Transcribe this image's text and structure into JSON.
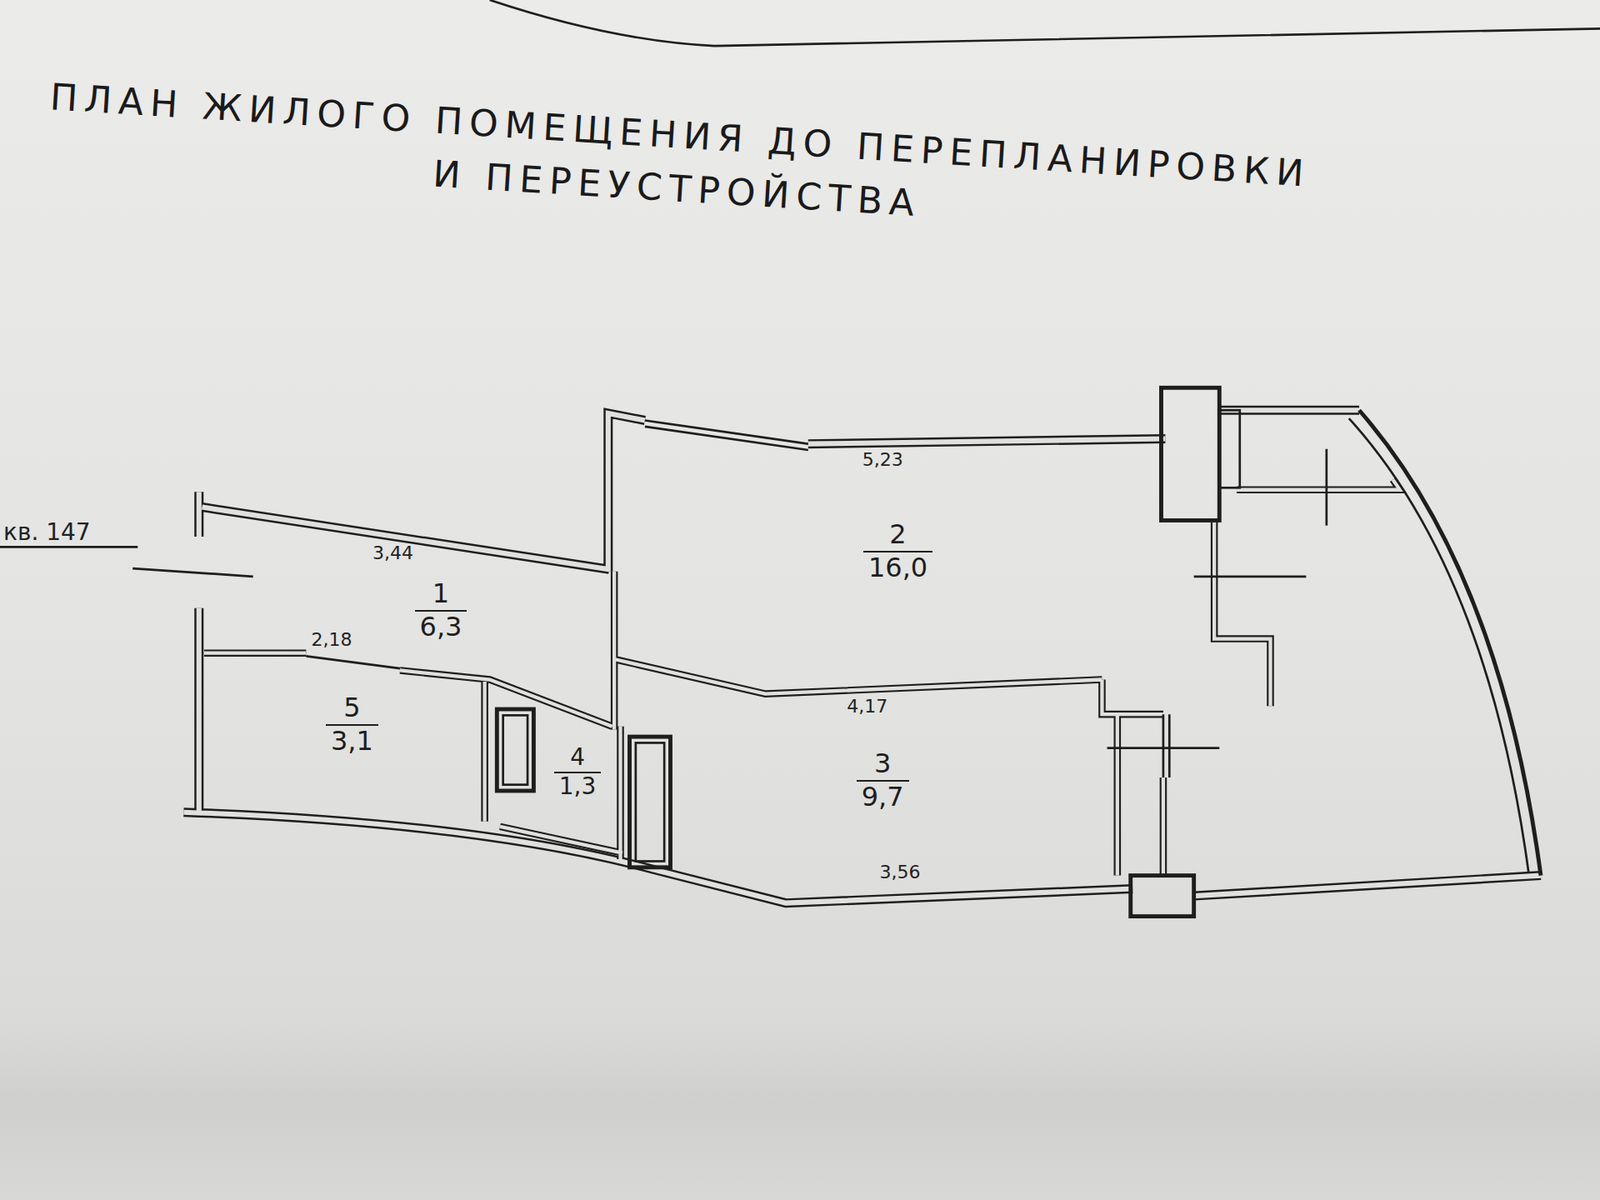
{
  "diagram": {
    "title": "ПЛАН ЖИЛОГО ПОМЕЩЕНИЯ ДО ПЕРЕПЛАНИРОВКИ И ПЕРЕУСТРОЙСТВА",
    "nodes": [
      {
        "text": [
          "1",
          "6,3"
        ]
      },
      {
        "text": [
          "2",
          "16,0"
        ]
      },
      {
        "text": [
          "5",
          "3,1"
        ]
      },
      {
        "text": [
          "4",
          "1,3"
        ]
      },
      {
        "text": [
          "3",
          "9,7"
        ]
      }
    ],
    "labels": [
      "кв. 147",
      "3,44",
      "5,23",
      "2,18",
      "4,17",
      "3,56"
    ]
  }
}
